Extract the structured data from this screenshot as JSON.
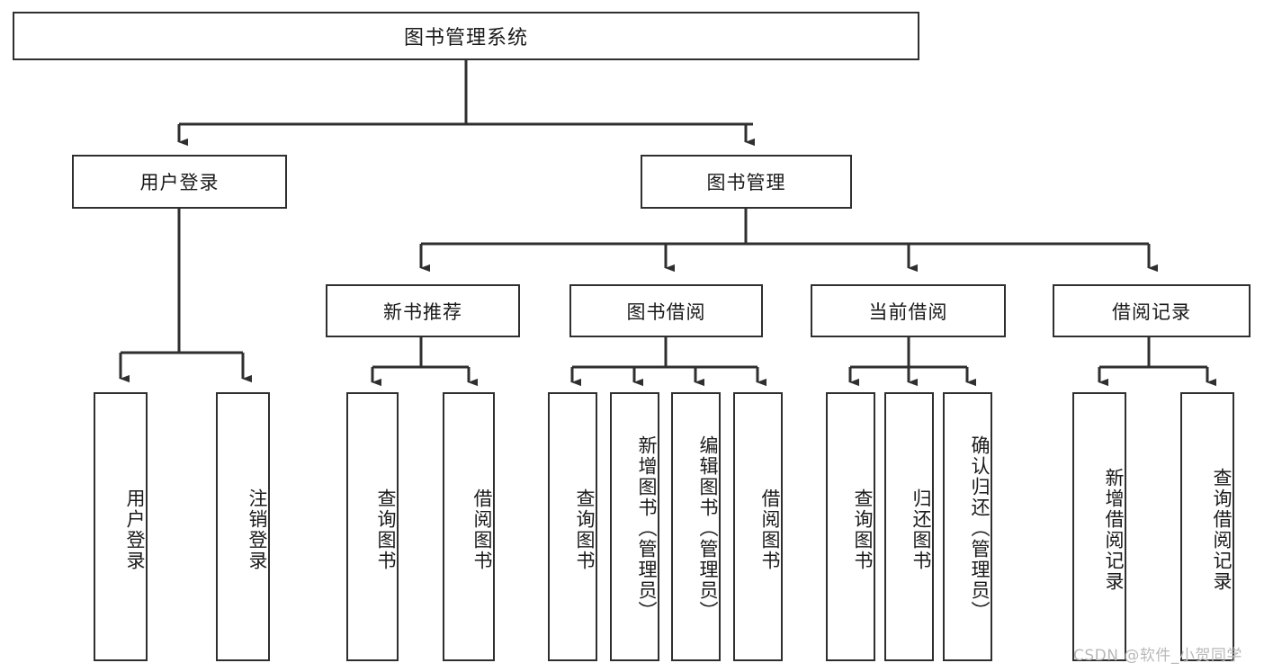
{
  "diagram": {
    "title": "图书管理系统",
    "watermark": "CSDN @软件_小贺同学",
    "colors": {
      "box_border": "#2f2f2f",
      "box_fill": "#ffffff",
      "connector": "#2f2f2f",
      "text": "#1a1a1a",
      "watermark": "#b9b9b9",
      "background": "#ffffff"
    },
    "root": {
      "label": "图书管理系统"
    },
    "level2": [
      {
        "label": "用户登录"
      },
      {
        "label": "图书管理"
      }
    ],
    "level3": [
      {
        "label": "新书推荐"
      },
      {
        "label": "图书借阅"
      },
      {
        "label": "当前借阅"
      },
      {
        "label": "借阅记录"
      }
    ],
    "leaves": {
      "user_login": [
        {
          "label": "用户登录"
        },
        {
          "label": "注销登录"
        }
      ],
      "new_book": [
        {
          "label": "查询图书"
        },
        {
          "label": "借阅图书"
        }
      ],
      "book_borrow": [
        {
          "label": "查询图书"
        },
        {
          "label": "新增图书（管理员）"
        },
        {
          "label": "编辑图书（管理员）"
        },
        {
          "label": "借阅图书"
        }
      ],
      "current_borrow": [
        {
          "label": "查询图书"
        },
        {
          "label": "归还图书"
        },
        {
          "label": "确认归还（管理员）"
        }
      ],
      "borrow_record": [
        {
          "label": "新增借阅记录"
        },
        {
          "label": "查询借阅记录"
        }
      ]
    }
  }
}
